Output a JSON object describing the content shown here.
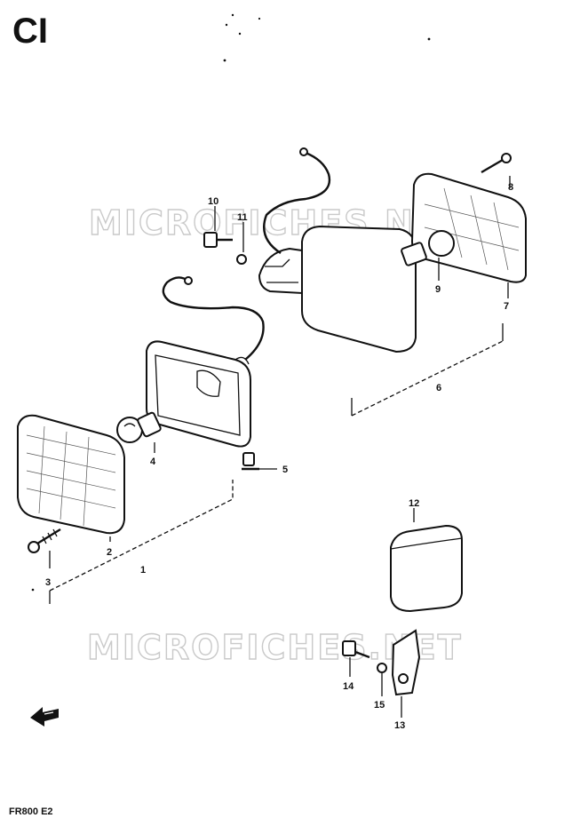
{
  "header": {
    "section_code": "CI",
    "model_code": "FR800  E2"
  },
  "watermark": {
    "text_top": "MICROFICHES.NET",
    "text_bottom": "MICROFICHES.NET"
  },
  "callouts": [
    "1",
    "2",
    "3",
    "4",
    "5",
    "6",
    "7",
    "8",
    "9",
    "10",
    "11",
    "12",
    "13",
    "14",
    "15"
  ]
}
